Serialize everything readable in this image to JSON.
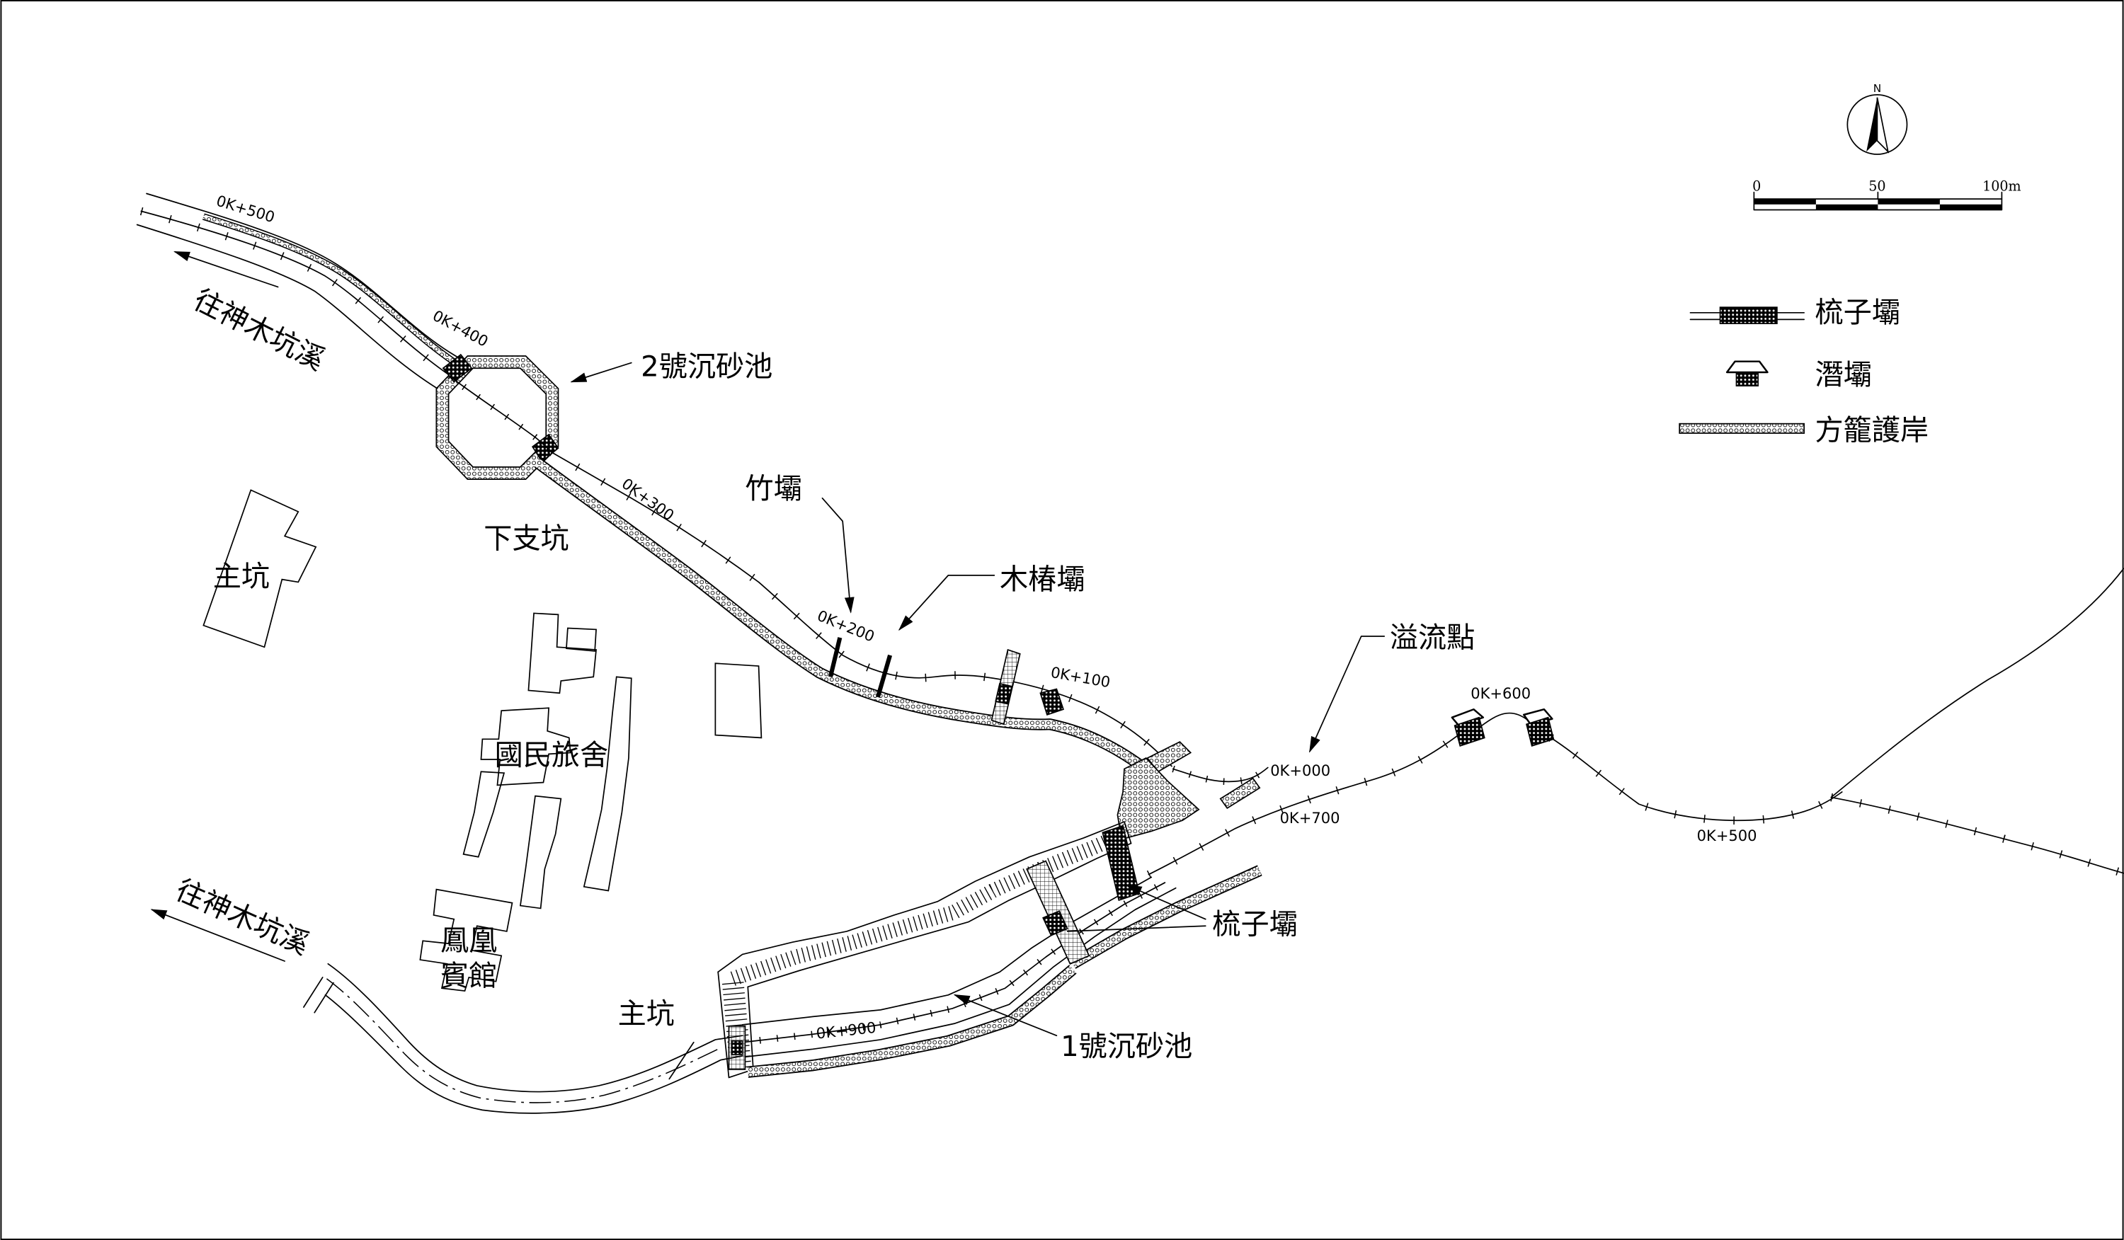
{
  "colors": {
    "ink": "#000000",
    "paper": "#ffffff"
  },
  "north_arrow": {
    "label": "N"
  },
  "scale_bar": {
    "labels": [
      "0",
      "50",
      "100m"
    ]
  },
  "legend": {
    "items": [
      {
        "icon": "comb-dam-icon",
        "label": "梳子壩"
      },
      {
        "icon": "submerged-dam-icon",
        "label": "潛壩"
      },
      {
        "icon": "gabion-revetment-icon",
        "label": "方籠護岸"
      }
    ]
  },
  "place_labels": {
    "to_shenmukeng_upper": "往神木坑溪",
    "to_shenmukeng_lower": "往神木坑溪",
    "main_pit_left": "主坑",
    "lower_branch_pit": "下支坑",
    "main_pit_bottom": "主坑",
    "national_hostel": "國民旅舍",
    "phoenix_hotel_line1": "鳳凰",
    "phoenix_hotel_line2": "賓館"
  },
  "feature_labels": {
    "basin_2": "2號沉砂池",
    "bamboo_dam": "竹壩",
    "timber_pile_dam": "木椿壩",
    "overflow_point": "溢流點",
    "comb_dam": "梳子壩",
    "basin_1": "1號沉砂池"
  },
  "stations": {
    "upper_0k500": "0K+500",
    "upper_0k400": "0K+400",
    "upper_0k300": "0K+300",
    "upper_0k200": "0K+200",
    "upper_0k100": "0K+100",
    "upper_0k000": "0K+000",
    "lower_0k700": "0K+700",
    "lower_0k600": "0K+600",
    "lower_0k500": "0K+500",
    "lower_0k900": "0K+900"
  }
}
